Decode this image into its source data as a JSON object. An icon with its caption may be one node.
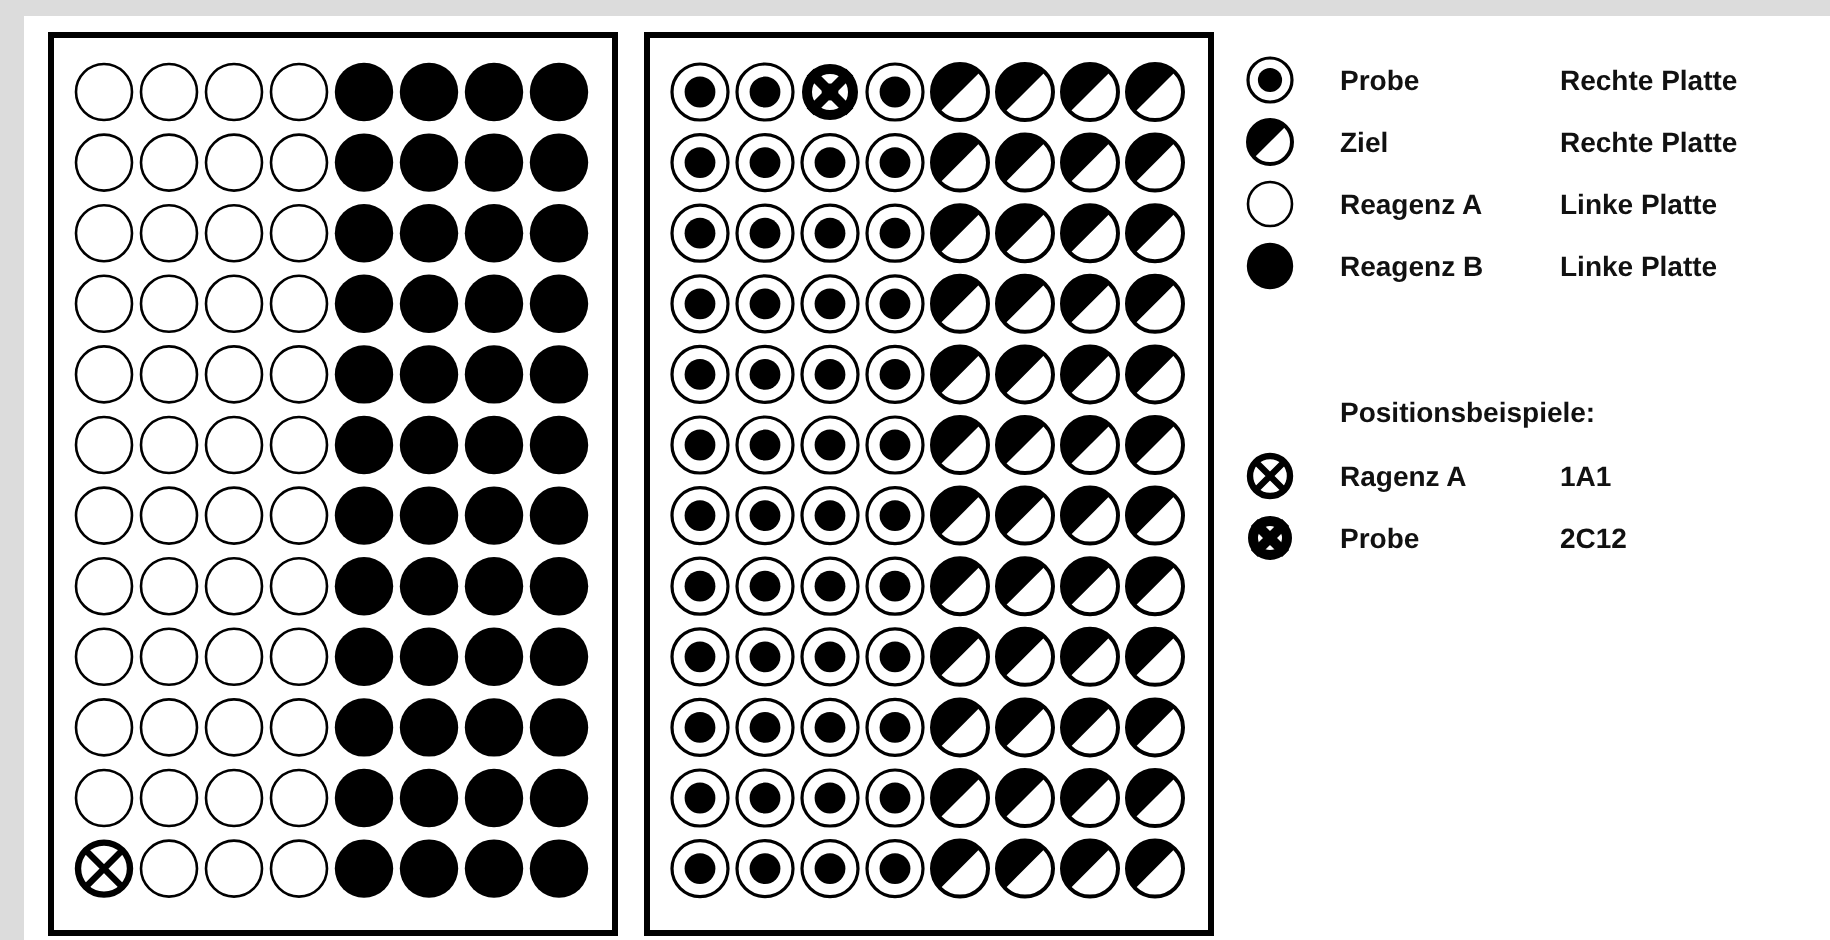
{
  "diagram": {
    "labels": [
      "Rechte Platte",
      "Rechte Platte",
      "Linke Platte",
      "Linke Platte",
      "Positionsbeispiele:",
      "1A1",
      "2C12"
    ],
    "legend": [
      {
        "text": "Probe"
      },
      {
        "text": "Ziel"
      },
      {
        "text": "Reagenz A"
      },
      {
        "text": "Reagenz B"
      },
      {
        "text": "Ragenz A"
      },
      {
        "text": "Probe"
      }
    ]
  }
}
